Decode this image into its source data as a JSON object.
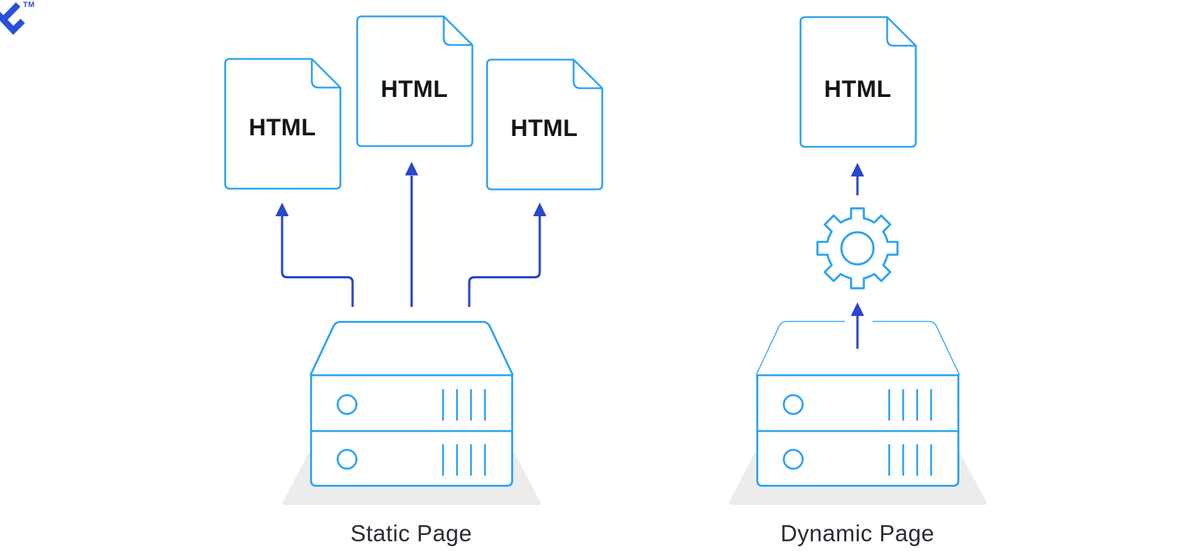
{
  "brand": {
    "trademark": "TM",
    "logo_color": "#2A50D8"
  },
  "colors": {
    "outline_blue": "#2BA2F2",
    "arrow_blue": "#2846CF",
    "shadow_gray": "#ECECEC",
    "label_text": "#2a2d33",
    "file_text": "#161616"
  },
  "diagram": {
    "static_section": {
      "label": "Static Page",
      "files": [
        {
          "text": "HTML"
        },
        {
          "text": "HTML"
        },
        {
          "text": "HTML"
        }
      ],
      "arrows": 3
    },
    "dynamic_section": {
      "label": "Dynamic Page",
      "files": [
        {
          "text": "HTML"
        }
      ],
      "arrows": 2
    }
  }
}
